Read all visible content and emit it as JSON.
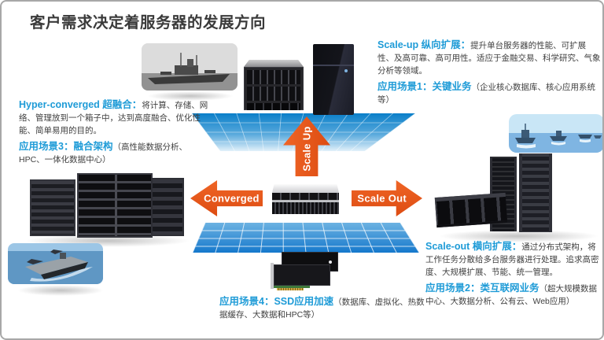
{
  "title": "客户需求决定着服务器的发展方向",
  "arrows": {
    "up_label": "Scale Up",
    "left_label": "Converged",
    "right_label": "Scale Out"
  },
  "blocks": {
    "scale_up": {
      "heading": "Scale-up 纵向扩展：",
      "body": "提升单台服务器的性能、可扩展性、及高可靠、高可用性。适应于金融交易、科学研究、气象分析等领域。",
      "scenario_heading": "应用场景1：关键业务",
      "scenario_note": "（企业核心数据库、核心应用系统等）"
    },
    "hyper_converged": {
      "heading": "Hyper-converged 超融合：",
      "body": "将计算、存储、网络、管理放到一个箱子中，达到高度融合、优化性能、简单易用的目的。",
      "scenario_heading": "应用场景3：融合架构",
      "scenario_note": "（高性能数据分析、HPC、一体化数据中心）"
    },
    "scale_out": {
      "heading": "Scale-out 横向扩展：",
      "body": "通过分布式架构，将工作任务分散给多台服务器进行处理。追求高密度、大规模扩展、节能、统一管理。",
      "scenario_heading": "应用场景2：类互联网业务",
      "scenario_note": "（超大规模数据中心、大数据分析、公有云、Web应用）"
    },
    "ssd": {
      "scenario_heading": "应用场景4：SSD应用加速",
      "scenario_note": "（数据库、虚拟化、热数据缓存、大数据和HPC等）"
    }
  },
  "images": {
    "battleship": "battleship-photo",
    "blade_chassis": "blade-server-chassis",
    "tower_server": "high-end-server-tower",
    "fleet": "ship-fleet-photo",
    "carrier": "aircraft-carrier-photo",
    "left_cluster": "converged-server-cluster",
    "scale_out_racks": "scale-out-server-racks",
    "center_server": "2u-rack-server",
    "ssd_cards": "pcie-ssd-cards"
  },
  "colors": {
    "accent_blue": "#1E9BD7",
    "arrow_orange": "#E7541C",
    "beam_blue": "#1080CB",
    "text_dark": "#3F3F3F",
    "title_dark": "#3A3A3A"
  }
}
